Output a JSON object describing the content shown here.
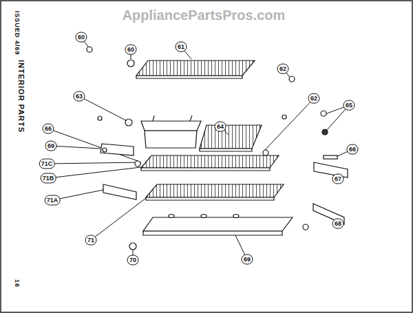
{
  "diagram": {
    "title": "INTERIOR PARTS",
    "labels": [
      "AppliancePartsPros.com",
      "ISSUED 4/69",
      "16",
      "60",
      "60",
      "61",
      "62",
      "62",
      "63",
      "64",
      "65",
      "66",
      "69",
      "66",
      "67",
      "71C",
      "71B",
      "71A",
      "71",
      "68",
      "69",
      "70"
    ]
  }
}
